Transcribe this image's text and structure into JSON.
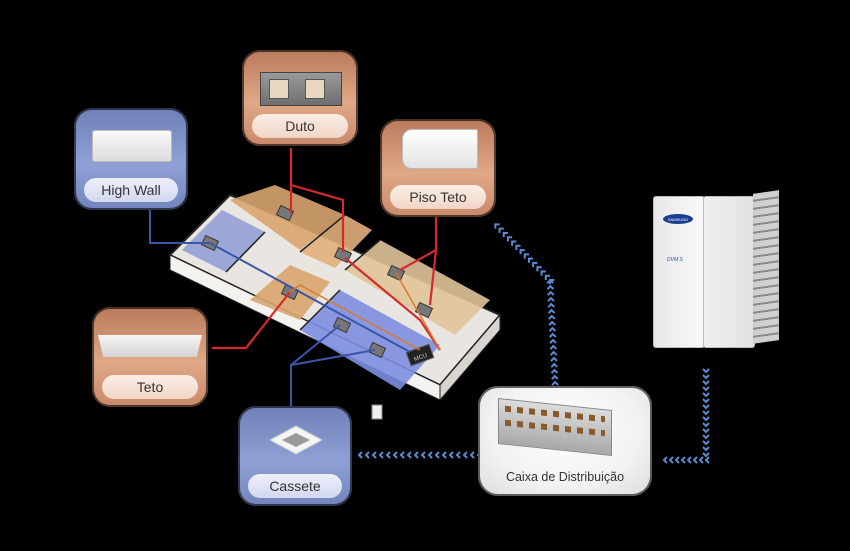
{
  "diagram": {
    "title": "Sistema VRF - Unidades Internas",
    "indoor_units": [
      {
        "id": "high-wall",
        "label": "High Wall",
        "theme": "blue"
      },
      {
        "id": "duto",
        "label": "Duto",
        "theme": "orange"
      },
      {
        "id": "piso-teto",
        "label": "Piso Teto",
        "theme": "orange"
      },
      {
        "id": "teto",
        "label": "Teto",
        "theme": "orange"
      },
      {
        "id": "cassete",
        "label": "Cassete",
        "theme": "blue"
      }
    ],
    "distribution_box": {
      "label": "Caixa de Distribuição"
    },
    "outdoor_unit": {
      "brand": "SAMSUNG",
      "model_badge": "DVM S"
    },
    "controller": {
      "label": "MCU"
    },
    "colors": {
      "red_pipe": "#d42a2a",
      "blue_pipe": "#3a56a8",
      "orange_pipe": "#d97a2a",
      "arrow": "#5b8bd0",
      "blue_card": "#8ea0d4",
      "orange_card": "#e0a886"
    }
  }
}
